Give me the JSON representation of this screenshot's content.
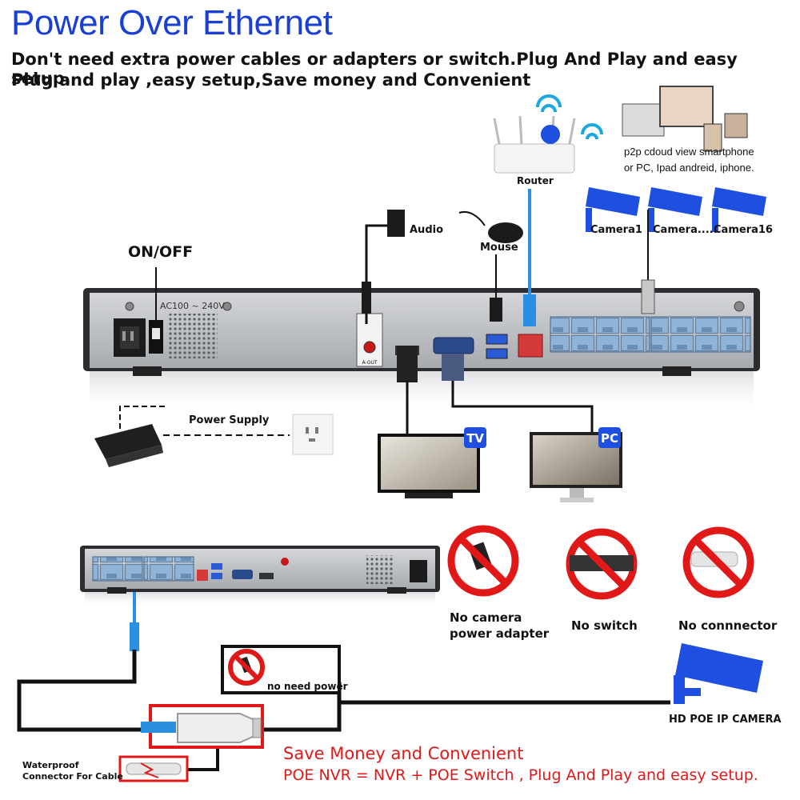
{
  "header": {
    "title": "Power Over Ethernet",
    "line1": "Don't need extra power cables or adapters or switch.Plug And Play and easy setup.",
    "line2": "Plug and play ,easy setup,Save money and Convenient"
  },
  "labels": {
    "router": "Router",
    "p2p_line1": "p2p cdoud view smartphone",
    "p2p_line2": "or PC, Ipad andreid, iphone.",
    "camera1": "Camera1",
    "camera_mid": "Camera.....",
    "camera16": "Camera16",
    "audio": "Audio",
    "mouse": "Mouse",
    "on_off": "ON/OFF",
    "voltage": "AC100 ~ 240V",
    "power_supply": "Power Supply",
    "tv": "TV",
    "pc": "PC",
    "a_out": "A-OUT"
  },
  "no_items": [
    {
      "line1": "No camera",
      "line2": "power adapter"
    },
    {
      "line1": "No switch",
      "line2": ""
    },
    {
      "line1": "No connnector",
      "line2": ""
    }
  ],
  "bottom": {
    "no_need_power": "no need power",
    "hd_camera": "HD POE IP CAMERA",
    "waterproof1": "Waterproof",
    "waterproof2": "Connector For Cable",
    "save1": "Save Money and Convenient",
    "save2": "POE NVR = NVR + POE Switch , Plug And Play and easy setup."
  },
  "colors": {
    "title_blue": "#1a3fd4",
    "camera_blue": "#1f4fe0",
    "accent_red": "#e01818",
    "nvr_panel": "#b9bcc0",
    "port_blue": "#8fb4d6"
  }
}
